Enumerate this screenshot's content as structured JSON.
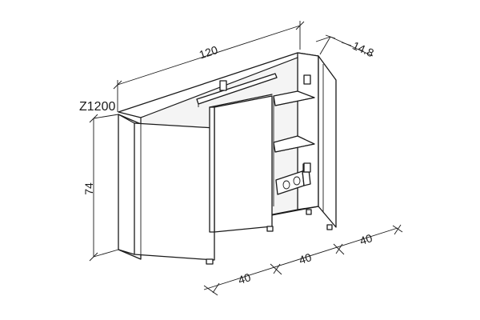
{
  "diagram": {
    "model_label": "Z1200",
    "dimensions": {
      "width": "120",
      "depth": "14.8",
      "height": "74",
      "door_left": "40",
      "door_middle": "40",
      "door_right": "40"
    }
  }
}
